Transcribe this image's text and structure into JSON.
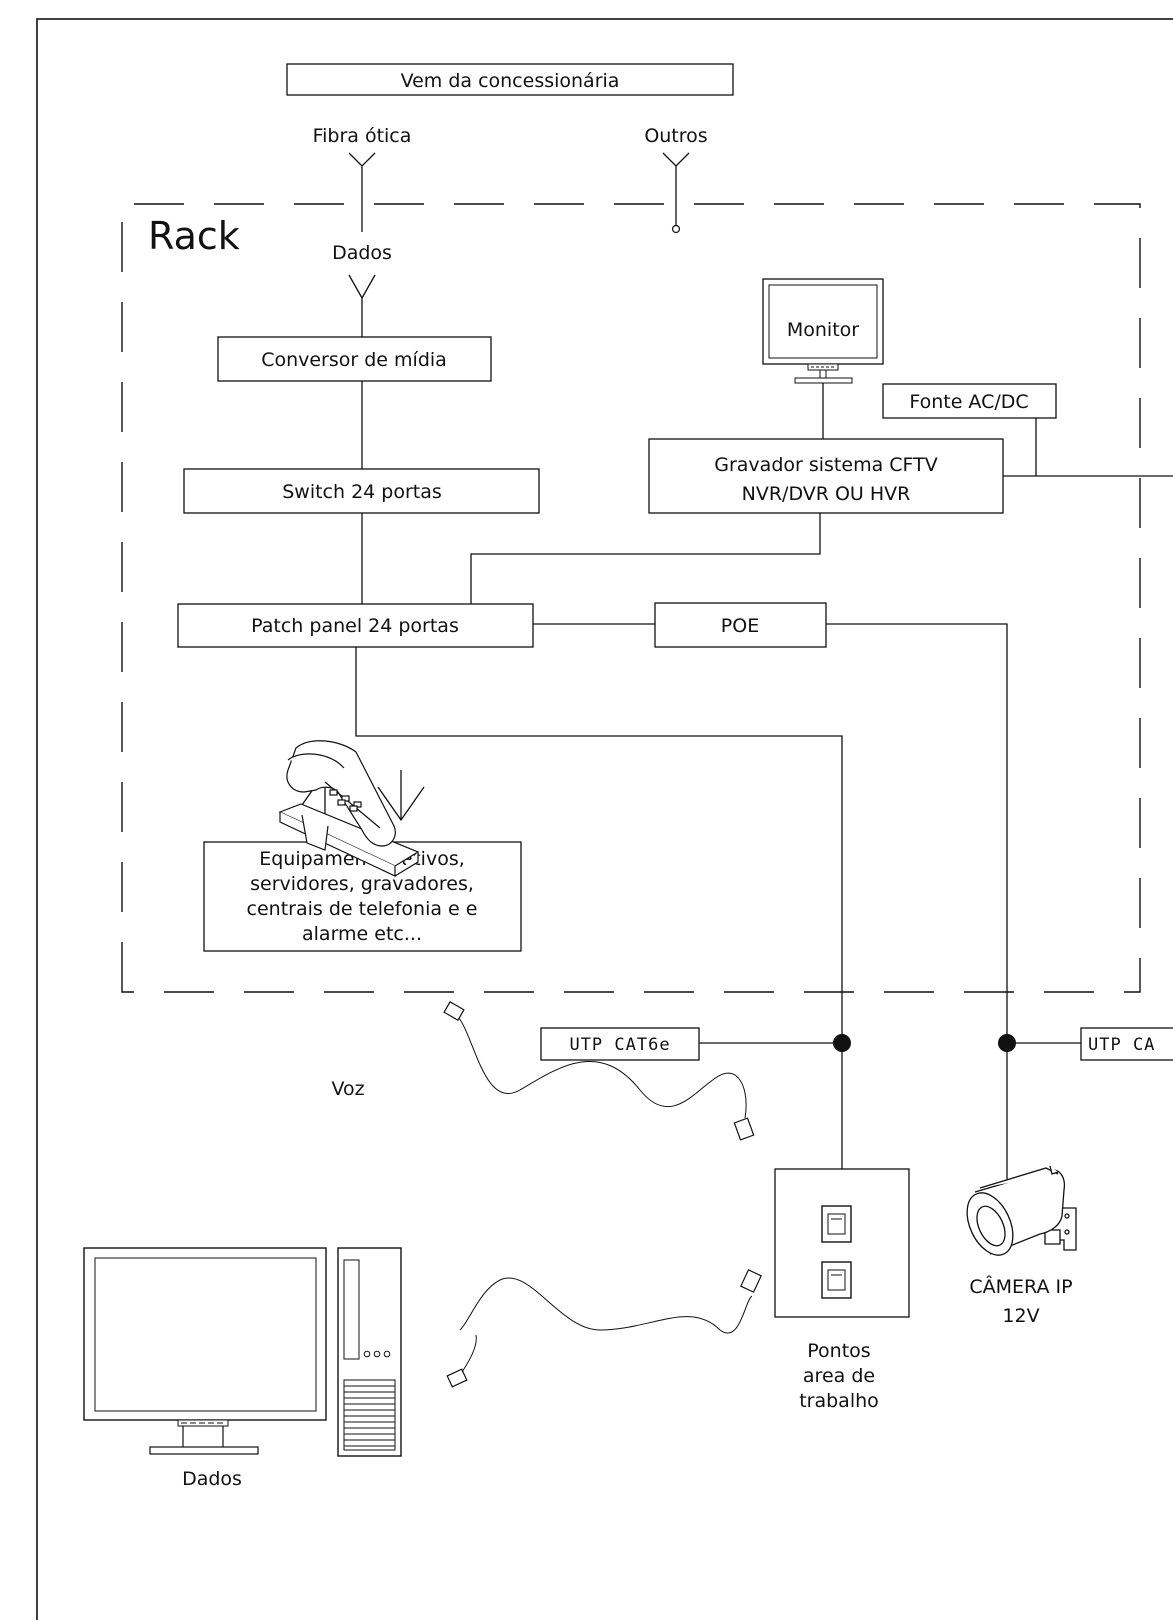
{
  "header": {
    "source_label": "Vem da concessionária"
  },
  "inputs": {
    "fiber": "Fibra ótica",
    "others": "Outros",
    "data": "Dados"
  },
  "rack": {
    "title": "Rack",
    "media_converter": "Conversor de mídia",
    "switch": "Switch 24 portas",
    "patch_panel": "Patch panel 24 portas",
    "poe": "POE",
    "monitor": "Monitor",
    "power_supply": "Fonte AC/DC",
    "recorder_line1": "Gravador sistema CFTV",
    "recorder_line2": "NVR/DVR OU HVR",
    "equipment_lines": [
      "Equipamentos ativos,",
      "servidores, gravadores,",
      "centrais de telefonia e  e",
      "alarme etc..."
    ]
  },
  "cables": {
    "left": "UTP  CAT6e",
    "right": "UTP  CA"
  },
  "devices": {
    "voice": "Voz",
    "data_pc": "Dados",
    "camera_line1": "CÂMERA IP",
    "camera_line2": "12V",
    "outlets_lines": [
      "Pontos",
      "area de",
      "trabalho"
    ]
  }
}
